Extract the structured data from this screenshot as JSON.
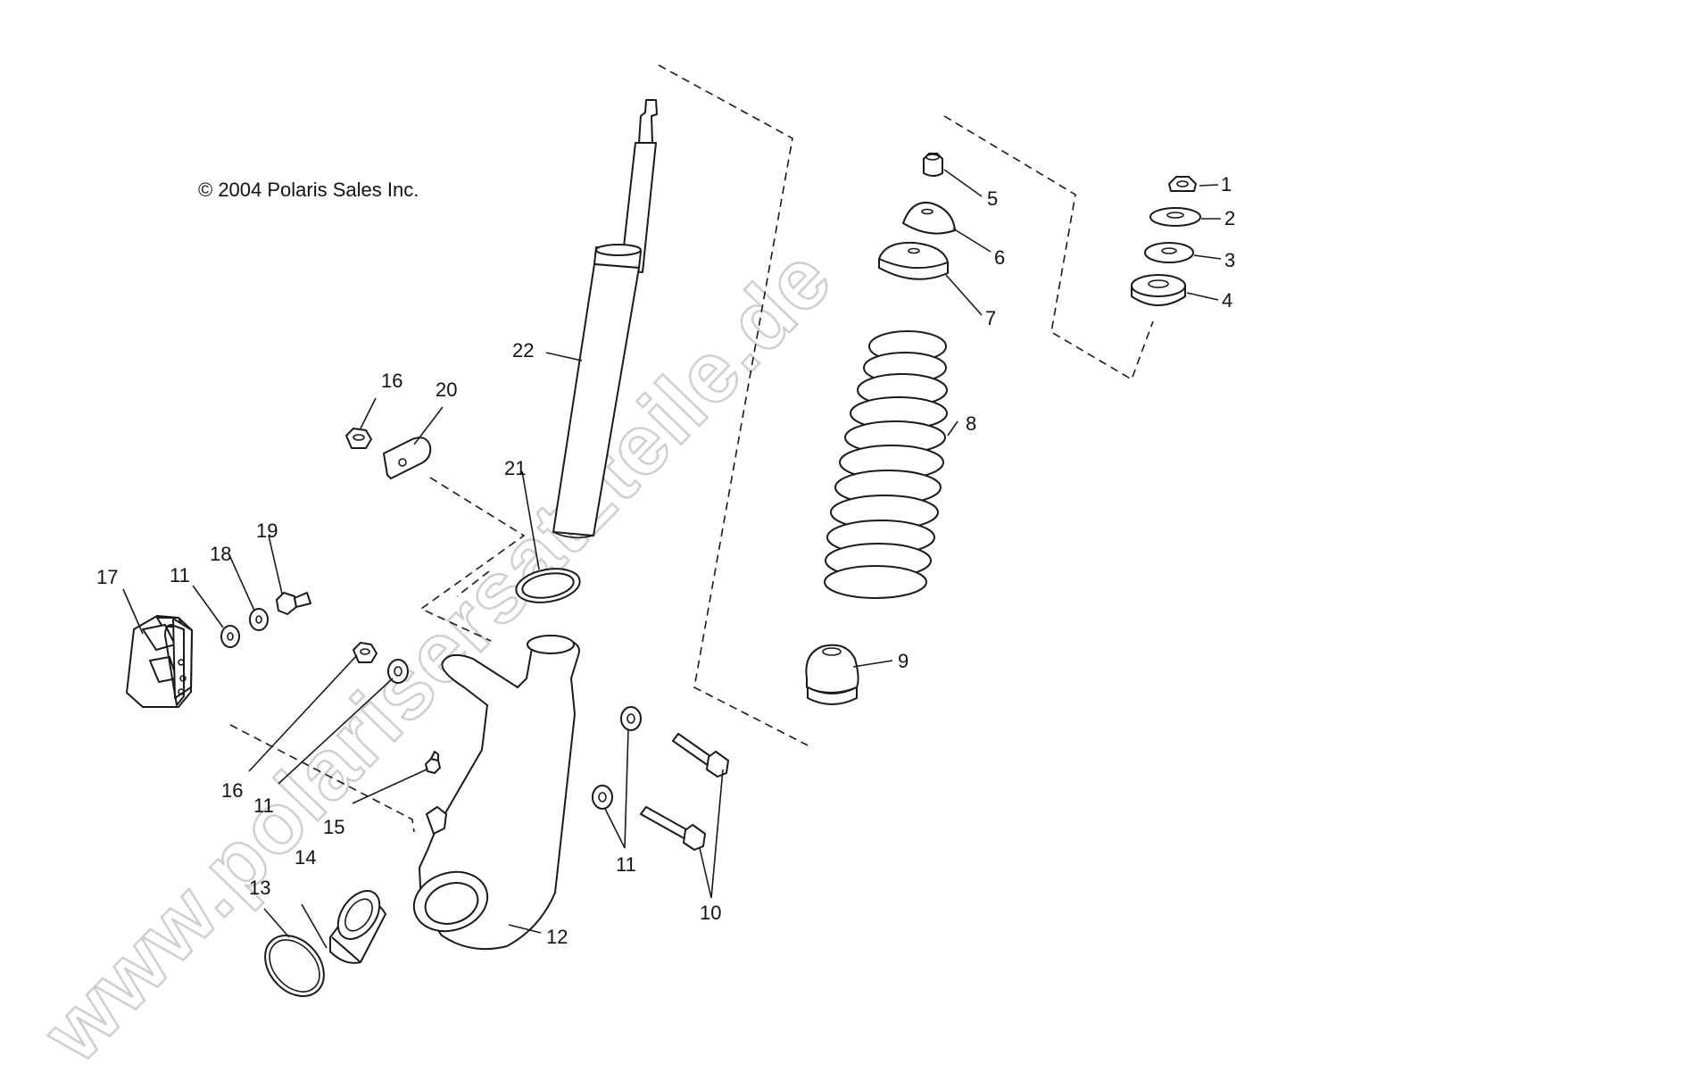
{
  "copyright": "© 2004 Polaris Sales Inc.",
  "watermark": "www.polarisersatzteile.de",
  "callouts": [
    "1",
    "2",
    "3",
    "4",
    "5",
    "6",
    "7",
    "8",
    "9",
    "10",
    "10",
    "11",
    "11",
    "11",
    "11",
    "12",
    "13",
    "14",
    "15",
    "16",
    "16",
    "17",
    "18",
    "19",
    "20",
    "21",
    "22"
  ],
  "colors": {
    "line": "#1a1a1a",
    "watermark": "#cfcfcf",
    "background": "#ffffff"
  }
}
